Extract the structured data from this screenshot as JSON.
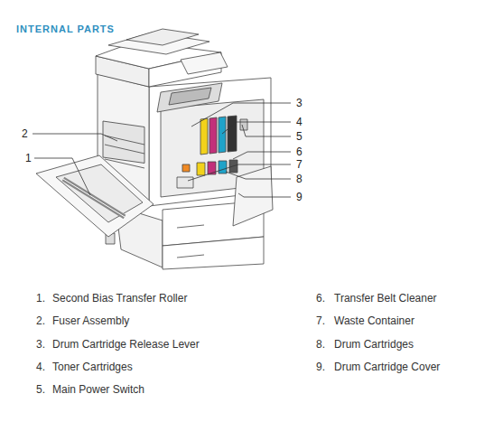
{
  "diagram": {
    "title": "INTERNAL PARTS",
    "labels": [
      "3",
      "4",
      "5",
      "6",
      "7",
      "8",
      "9",
      "2",
      "1",
      "1.",
      "Second Bias Transfer Roller",
      "2.",
      "Fuser Assembly",
      "3.",
      "Drum Cartridge Release Lever",
      "4.",
      "Toner Cartridges",
      "5.",
      "Main Power Switch",
      "6.",
      "Transfer Belt Cleaner",
      "7.",
      "Waste Container",
      "8.",
      "Drum Cartridges",
      "9.",
      "Drum Cartridge Cover"
    ]
  }
}
